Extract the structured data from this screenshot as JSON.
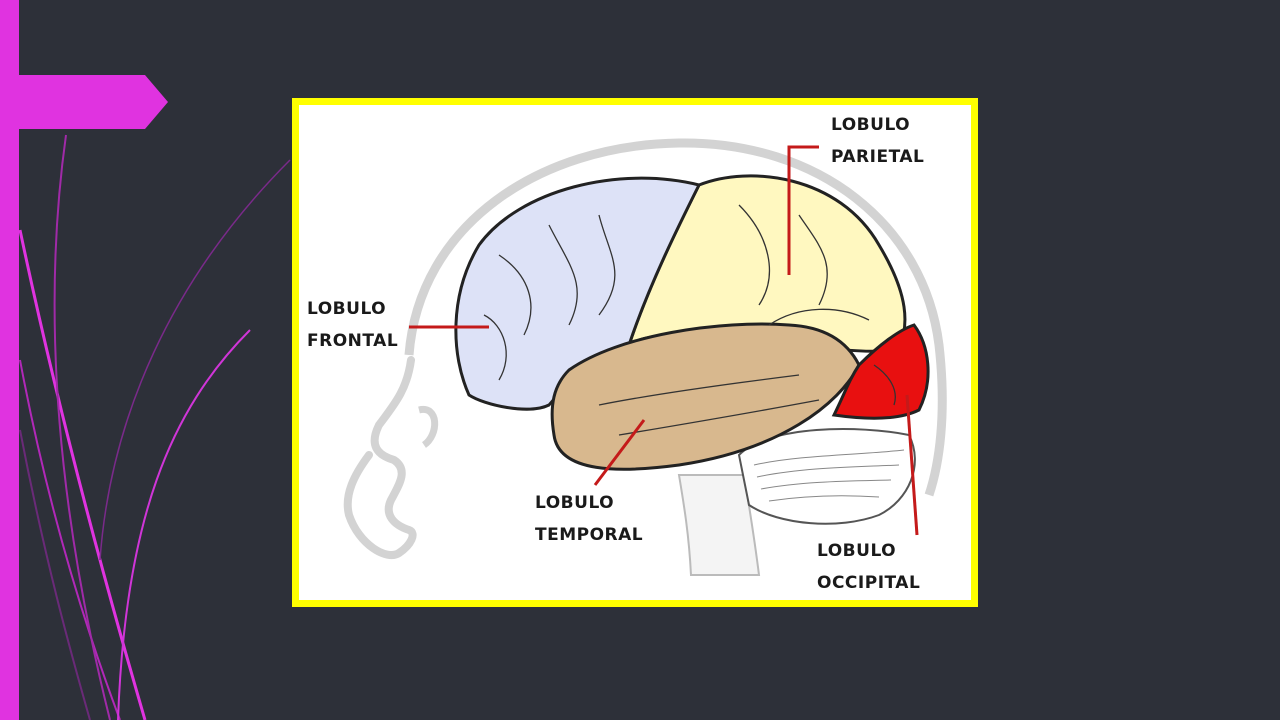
{
  "slide": {
    "accent_color": "#e033e0",
    "background_color": "#2d3039",
    "frame_color": "#ffff00"
  },
  "diagram": {
    "labels": {
      "parietal": {
        "line1": "LOBULO",
        "line2": "PARIETAL",
        "color": "#fff8c0"
      },
      "frontal": {
        "line1": "LOBULO",
        "line2": "FRONTAL",
        "color": "#dde2f7"
      },
      "temporal": {
        "line1": "LOBULO",
        "line2": "TEMPORAL",
        "color": "#d8b88e"
      },
      "occipital": {
        "line1": "LOBULO",
        "line2": "OCCIPITAL",
        "color": "#e81010"
      }
    },
    "pointer_color": "#c41a1a"
  }
}
